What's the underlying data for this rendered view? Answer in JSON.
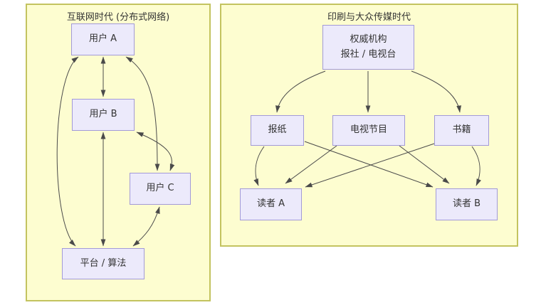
{
  "colors": {
    "page_bg": "#ffffff",
    "panel_bg": "#fdfdd0",
    "panel_border": "#c3c35f",
    "node_bg": "#eceafb",
    "node_border": "#a29ad8",
    "arrow": "#4a4a4a",
    "text": "#333333"
  },
  "panels": [
    {
      "id": "internet",
      "title": "互联网时代 (分布式网络)",
      "nodes": [
        {
          "id": "user-a",
          "label": "用户 A"
        },
        {
          "id": "user-b",
          "label": "用户 B"
        },
        {
          "id": "user-c",
          "label": "用户 C"
        },
        {
          "id": "platform",
          "label": "平台 / 算法"
        }
      ],
      "edges": [
        {
          "from": "user-a",
          "to": "user-b",
          "bidirectional": true
        },
        {
          "from": "user-a",
          "to": "user-c",
          "bidirectional": true
        },
        {
          "from": "user-b",
          "to": "user-c",
          "bidirectional": true
        },
        {
          "from": "user-a",
          "to": "platform",
          "bidirectional": true
        },
        {
          "from": "user-b",
          "to": "platform",
          "bidirectional": true
        },
        {
          "from": "user-c",
          "to": "platform",
          "bidirectional": true
        }
      ]
    },
    {
      "id": "massmedia",
      "title": "印刷与大众传媒时代",
      "nodes": [
        {
          "id": "authority",
          "label": "权威机构\n报社 / 电视台"
        },
        {
          "id": "newspaper",
          "label": "报纸"
        },
        {
          "id": "tv",
          "label": "电视节目"
        },
        {
          "id": "books",
          "label": "书籍"
        },
        {
          "id": "reader-a",
          "label": "读者 A"
        },
        {
          "id": "reader-b",
          "label": "读者 B"
        }
      ],
      "edges": [
        {
          "from": "authority",
          "to": "newspaper",
          "bidirectional": false
        },
        {
          "from": "authority",
          "to": "tv",
          "bidirectional": false
        },
        {
          "from": "authority",
          "to": "books",
          "bidirectional": false
        },
        {
          "from": "newspaper",
          "to": "reader-a",
          "bidirectional": false
        },
        {
          "from": "newspaper",
          "to": "reader-b",
          "bidirectional": false
        },
        {
          "from": "tv",
          "to": "reader-a",
          "bidirectional": false
        },
        {
          "from": "tv",
          "to": "reader-b",
          "bidirectional": false
        },
        {
          "from": "books",
          "to": "reader-a",
          "bidirectional": false
        },
        {
          "from": "books",
          "to": "reader-b",
          "bidirectional": false
        }
      ]
    }
  ]
}
